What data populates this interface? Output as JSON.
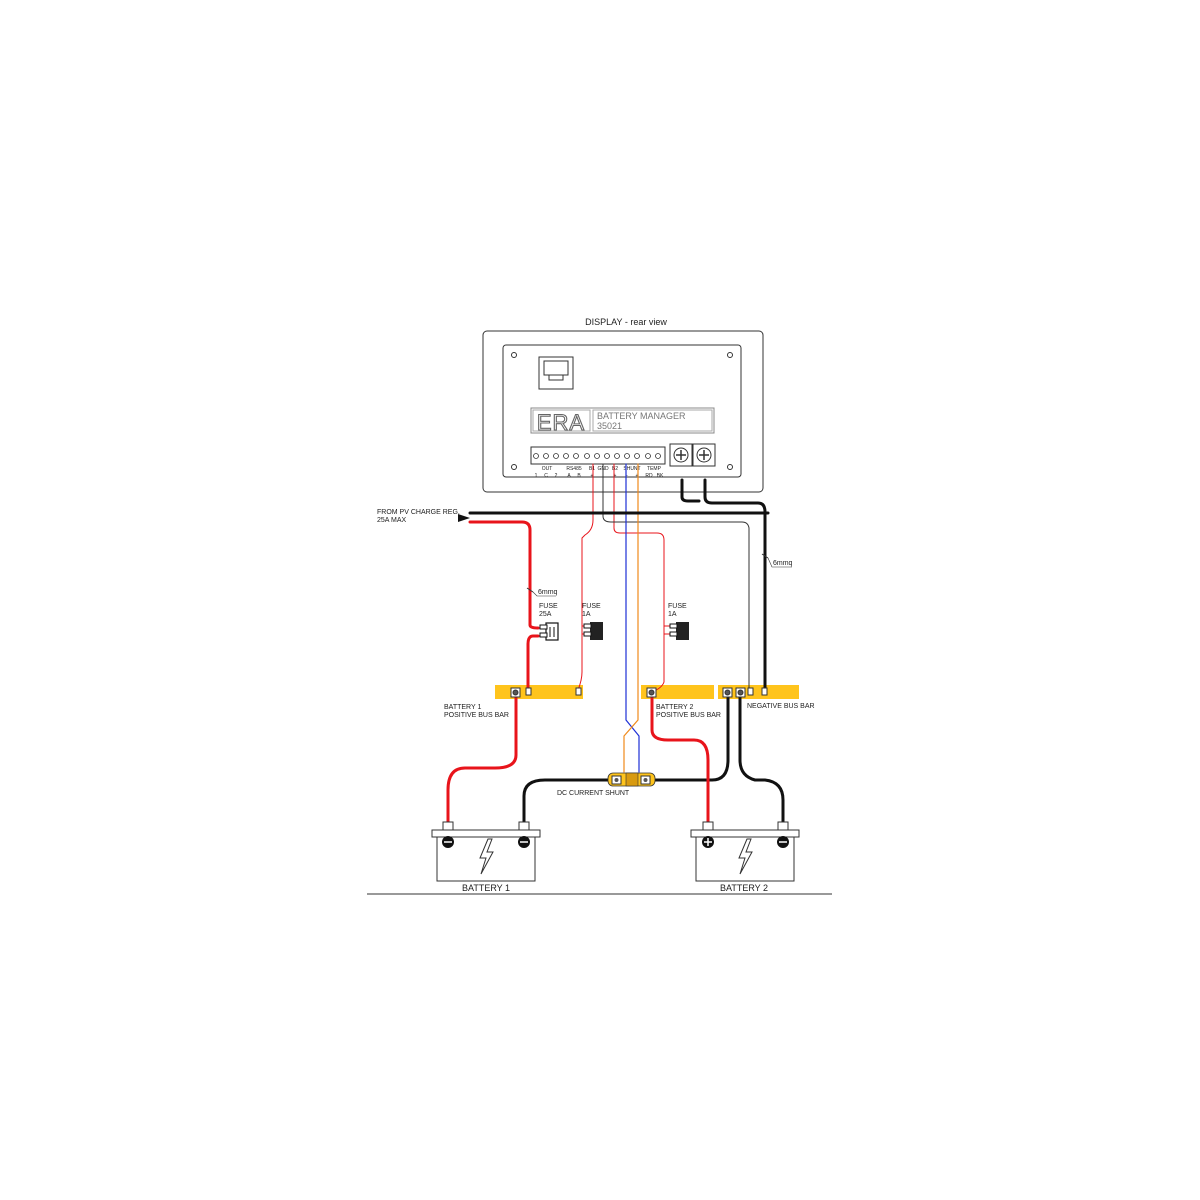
{
  "display": {
    "title": "DISPLAY - rear view",
    "logo": "ERA",
    "product_name": "BATTERY MANAGER",
    "model": "35021",
    "terminal_labels": {
      "out": "OUT",
      "out_1": "1",
      "out_c": "C",
      "out_2": "2",
      "rs485": "RS485",
      "rs485_a": "A",
      "rs485_b": "B",
      "b1": "B1",
      "b1_pol": "+",
      "gnd": "GND",
      "b2": "B2",
      "b2_pol": "+",
      "shunt": "SHUNT",
      "shunt_minus": "-",
      "shunt_plus": "+",
      "temp": "TEMP",
      "temp_rd": "RD",
      "temp_bk": "BK"
    }
  },
  "labels": {
    "pv_source_line1": "FROM PV CHARGE REG.",
    "pv_source_line2": "25A MAX",
    "cable_left": "6mmq",
    "cable_right": "6mmq",
    "fuse25_line1": "FUSE",
    "fuse25_line2": "25A",
    "fuse1a_left_line1": "FUSE",
    "fuse1a_left_line2": "1A",
    "fuse1a_right_line1": "FUSE",
    "fuse1a_right_line2": "1A",
    "bat1_bus_line1": "BATTERY 1",
    "bat1_bus_line2": "POSITIVE BUS BAR",
    "bat2_bus_line1": "BATTERY 2",
    "bat2_bus_line2": "POSITIVE BUS BAR",
    "neg_bus": "NEGATIVE BUS BAR",
    "shunt": "DC CURRENT SHUNT",
    "battery1": "BATTERY 1",
    "battery2": "BATTERY 2"
  },
  "colors": {
    "positive_wire": "#e8141b",
    "negative_wire": "#111111",
    "busbar": "#ffc41c",
    "shunt_wire_blue": "#1d2fd6",
    "shunt_wire_orange": "#f08a1c",
    "outline": "#333333"
  }
}
